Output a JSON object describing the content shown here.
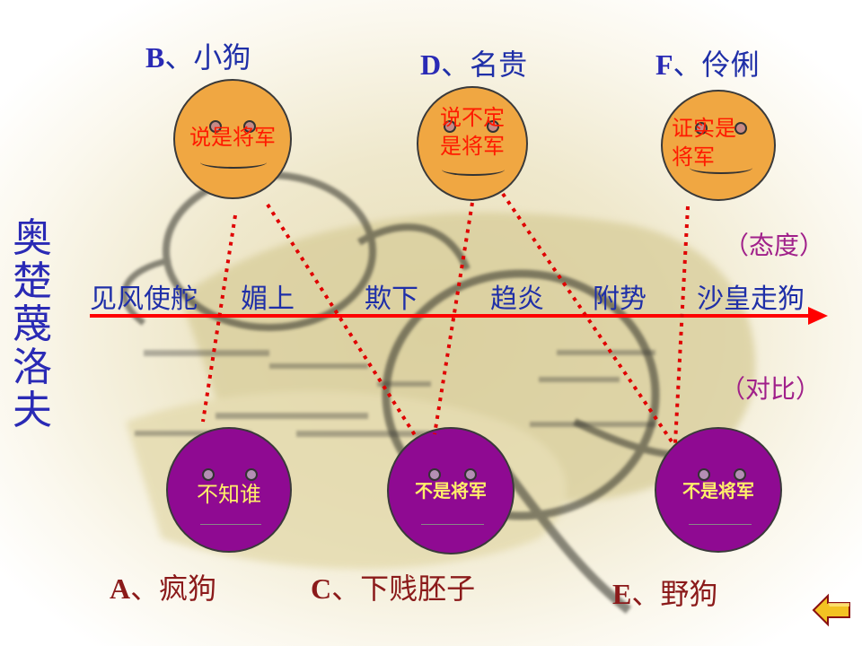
{
  "slide": {
    "vertical_title": "奥楚蔑洛夫",
    "labels": {
      "A": {
        "letter": "A",
        "sep": "、",
        "text": "疯狗"
      },
      "B": {
        "letter": "B",
        "sep": "、",
        "text": "小狗"
      },
      "C": {
        "letter": "C",
        "sep": "、",
        "text": "下贱胚子"
      },
      "D": {
        "letter": "D",
        "sep": "、",
        "text": "名贵"
      },
      "E": {
        "letter": "E",
        "sep": "、",
        "text": "野狗"
      },
      "F": {
        "letter": "F",
        "sep": "、",
        "text": "伶俐"
      }
    },
    "faces": {
      "B": {
        "line1": "说是将军",
        "line2": ""
      },
      "D": {
        "line1": "说不定",
        "line2": "是将军"
      },
      "F": {
        "line1": "证实是",
        "line2": "将军"
      },
      "A": {
        "line1": "不知谁"
      },
      "C": {
        "line1": "不是将军"
      },
      "E": {
        "line1": "不是将军"
      }
    },
    "scale_words": [
      "见风使舵",
      "媚上",
      "欺下",
      "趋炎",
      "附势",
      "沙皇走狗"
    ],
    "attitude_note": "（态度）",
    "contrast_note": "（对比）"
  },
  "colors": {
    "label_letter": "#8b1a1a",
    "label_text_blue": "#1f2fa8",
    "arrow": "#ff0000",
    "dotted_line": "#e00000",
    "orange_face": "#f0a742",
    "purple_face": "#8f0a92",
    "note": "#a0208a"
  },
  "icons": {
    "back": "back-arrow-icon"
  }
}
